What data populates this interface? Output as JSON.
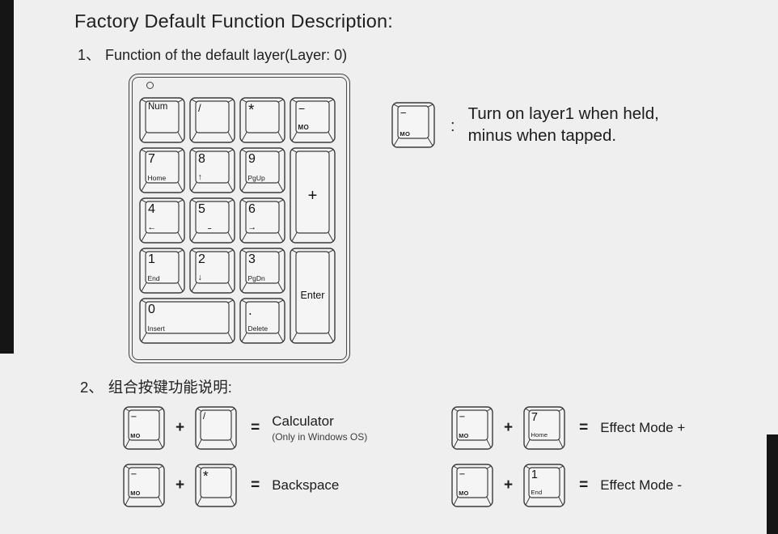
{
  "page": {
    "background": "#efefef",
    "text_color": "#1f1f1f",
    "edge_bar_color": "#151515",
    "key_outline_color": "#3a3a3a"
  },
  "title": "Factory Default Function Description:",
  "section1": {
    "number": "1、",
    "heading": "Function of the default layer(Layer: 0)"
  },
  "section2": {
    "number": "2、",
    "heading": "组合按键功能说明:"
  },
  "numpad": {
    "led": "led-indicator",
    "keys": [
      {
        "id": "num",
        "main": "Num",
        "sub": "",
        "col": 1,
        "row": 1
      },
      {
        "id": "slash",
        "main": "/",
        "sub": "",
        "col": 2,
        "row": 1
      },
      {
        "id": "star",
        "main": "*",
        "sub": "",
        "col": 3,
        "row": 1
      },
      {
        "id": "mo",
        "main": "−",
        "sub": "MO",
        "col": 4,
        "row": 1
      },
      {
        "id": "7",
        "main": "7",
        "sub": "Home",
        "col": 1,
        "row": 2
      },
      {
        "id": "8",
        "main": "8",
        "sub": "↑",
        "col": 2,
        "row": 2
      },
      {
        "id": "9",
        "main": "9",
        "sub": "PgUp",
        "col": 3,
        "row": 2
      },
      {
        "id": "plus",
        "main": "+",
        "sub": "",
        "col": 4,
        "row": 2,
        "rowspan": 2,
        "center": true
      },
      {
        "id": "4",
        "main": "4",
        "sub": "←",
        "col": 1,
        "row": 3
      },
      {
        "id": "5",
        "main": "5",
        "sub": "–",
        "col": 2,
        "row": 3
      },
      {
        "id": "6",
        "main": "6",
        "sub": "→",
        "col": 3,
        "row": 3
      },
      {
        "id": "1",
        "main": "1",
        "sub": "End",
        "col": 1,
        "row": 4
      },
      {
        "id": "2",
        "main": "2",
        "sub": "↓",
        "col": 2,
        "row": 4
      },
      {
        "id": "3",
        "main": "3",
        "sub": "PgDn",
        "col": 3,
        "row": 4
      },
      {
        "id": "enter",
        "main": "Enter",
        "sub": "",
        "col": 4,
        "row": 4,
        "rowspan": 2,
        "center": true
      },
      {
        "id": "0",
        "main": "0",
        "sub": "Insert",
        "col": 1,
        "row": 5,
        "colspan": 2
      },
      {
        "id": "dot",
        "main": ".",
        "sub": "Delete",
        "col": 3,
        "row": 5
      }
    ]
  },
  "mo_key_note": {
    "key": {
      "main": "−",
      "sub": "MO"
    },
    "separator": ":",
    "line1": "Turn on layer1 when held,",
    "line2": "minus when tapped."
  },
  "combos": {
    "plus_sign": "+",
    "equals_sign": "=",
    "left": [
      {
        "keys": [
          {
            "id": "mo",
            "main": "−",
            "sub": "MO"
          },
          {
            "id": "slash",
            "main": "/",
            "sub": ""
          }
        ],
        "result": "Calculator",
        "note": "(Only in Windows OS)"
      },
      {
        "keys": [
          {
            "id": "mo",
            "main": "−",
            "sub": "MO"
          },
          {
            "id": "star",
            "main": "*",
            "sub": ""
          }
        ],
        "result": "Backspace",
        "note": ""
      }
    ],
    "right": [
      {
        "keys": [
          {
            "id": "mo",
            "main": "−",
            "sub": "MO"
          },
          {
            "id": "7",
            "main": "7",
            "sub": "Home"
          }
        ],
        "result": "Effect Mode +",
        "note": ""
      },
      {
        "keys": [
          {
            "id": "mo",
            "main": "−",
            "sub": "MO"
          },
          {
            "id": "1",
            "main": "1",
            "sub": "End"
          }
        ],
        "result": "Effect Mode -",
        "note": ""
      }
    ]
  }
}
